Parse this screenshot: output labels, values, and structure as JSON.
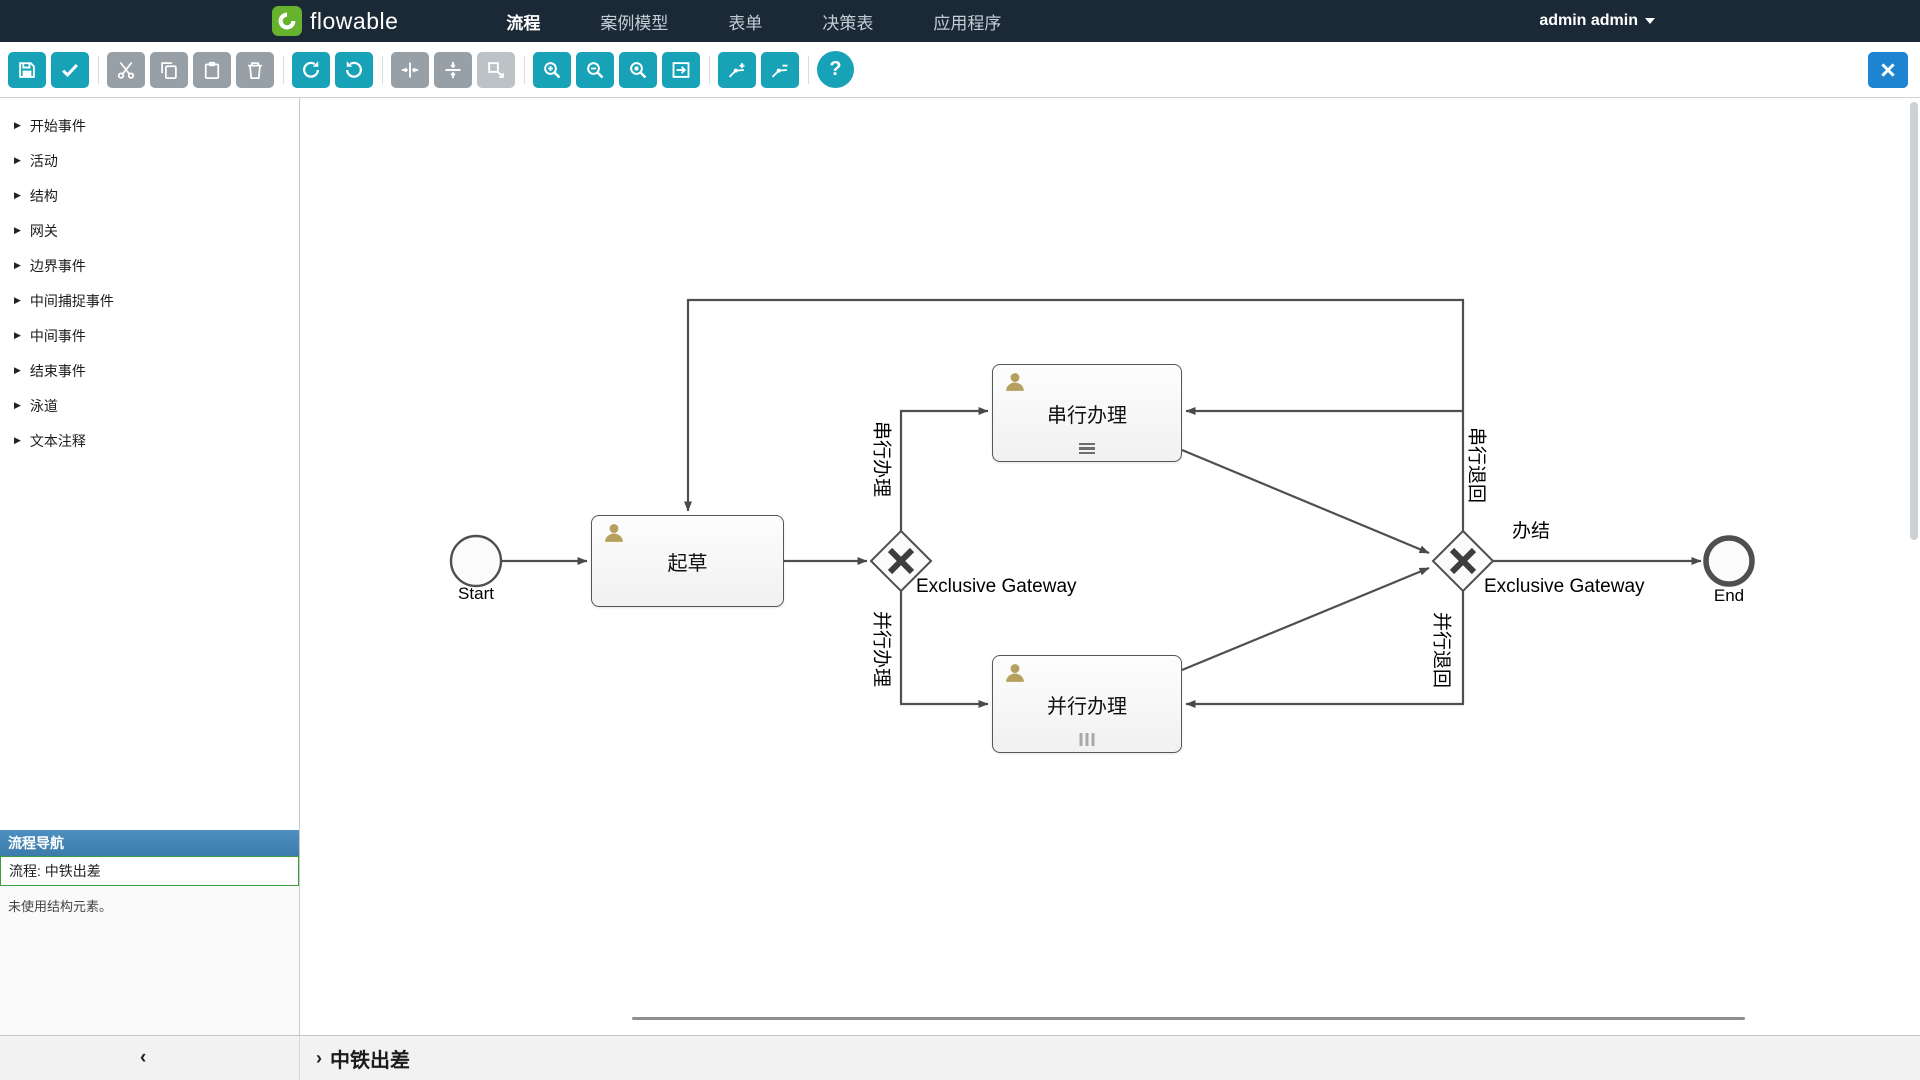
{
  "topbar": {
    "brand": "flowable",
    "nav": [
      {
        "label": "流程",
        "active": true
      },
      {
        "label": "案例模型",
        "active": false
      },
      {
        "label": "表单",
        "active": false
      },
      {
        "label": "决策表",
        "active": false
      },
      {
        "label": "应用程序",
        "active": false
      }
    ],
    "user_menu": "admin admin"
  },
  "toolbar": {
    "help_glyph": "?",
    "buttons": [
      {
        "name": "save",
        "enabled": true
      },
      {
        "name": "validate",
        "enabled": true
      },
      {
        "name": "cut",
        "enabled": false
      },
      {
        "name": "copy",
        "enabled": false
      },
      {
        "name": "paste",
        "enabled": false
      },
      {
        "name": "delete",
        "enabled": false
      },
      {
        "name": "redo",
        "enabled": true
      },
      {
        "name": "undo",
        "enabled": true
      },
      {
        "name": "align-horizontal",
        "enabled": false
      },
      {
        "name": "align-vertical",
        "enabled": false
      },
      {
        "name": "same-size",
        "enabled": false
      },
      {
        "name": "zoom-in",
        "enabled": true
      },
      {
        "name": "zoom-out",
        "enabled": true
      },
      {
        "name": "zoom-actual",
        "enabled": true
      },
      {
        "name": "zoom-fit",
        "enabled": true
      },
      {
        "name": "add-bendpoint",
        "enabled": true
      },
      {
        "name": "remove-bendpoint",
        "enabled": true
      },
      {
        "name": "help",
        "enabled": true
      },
      {
        "name": "close",
        "enabled": true
      }
    ]
  },
  "palette": {
    "items": [
      "开始事件",
      "活动",
      "结构",
      "网关",
      "边界事件",
      "中间捕捉事件",
      "中间事件",
      "结束事件",
      "泳道",
      "文本注释"
    ]
  },
  "navigator": {
    "title": "流程导航",
    "current": "流程: 中铁出差",
    "note": "未使用结构元素。"
  },
  "footer": {
    "collapse_glyph": "‹",
    "expand_glyph": "›",
    "model_title": "中铁出差"
  },
  "diagram": {
    "start_label": "Start",
    "end_label": "End",
    "task_draft": "起草",
    "task_serial": "串行办理",
    "task_parallel": "并行办理",
    "gateway1_label": "Exclusive Gateway",
    "gateway2_label": "Exclusive Gateway",
    "flow_serial": "串行办理",
    "flow_parallel": "并行办理",
    "flow_serial_return": "串行退回",
    "flow_parallel_return": "并行退回",
    "flow_complete": "办结"
  },
  "colors": {
    "topbar_bg": "#1a2935",
    "brand_green": "#67b32e",
    "toolbar_accent": "#17a2b8",
    "toolbar_disabled": "#96a0a6",
    "close_blue": "#1e83d0",
    "navigator_header": "#3b7cab",
    "selected_border_green": "#3a9e3a",
    "diagram_stroke": "#4f4f4f",
    "user_icon": "#b5a15d"
  }
}
